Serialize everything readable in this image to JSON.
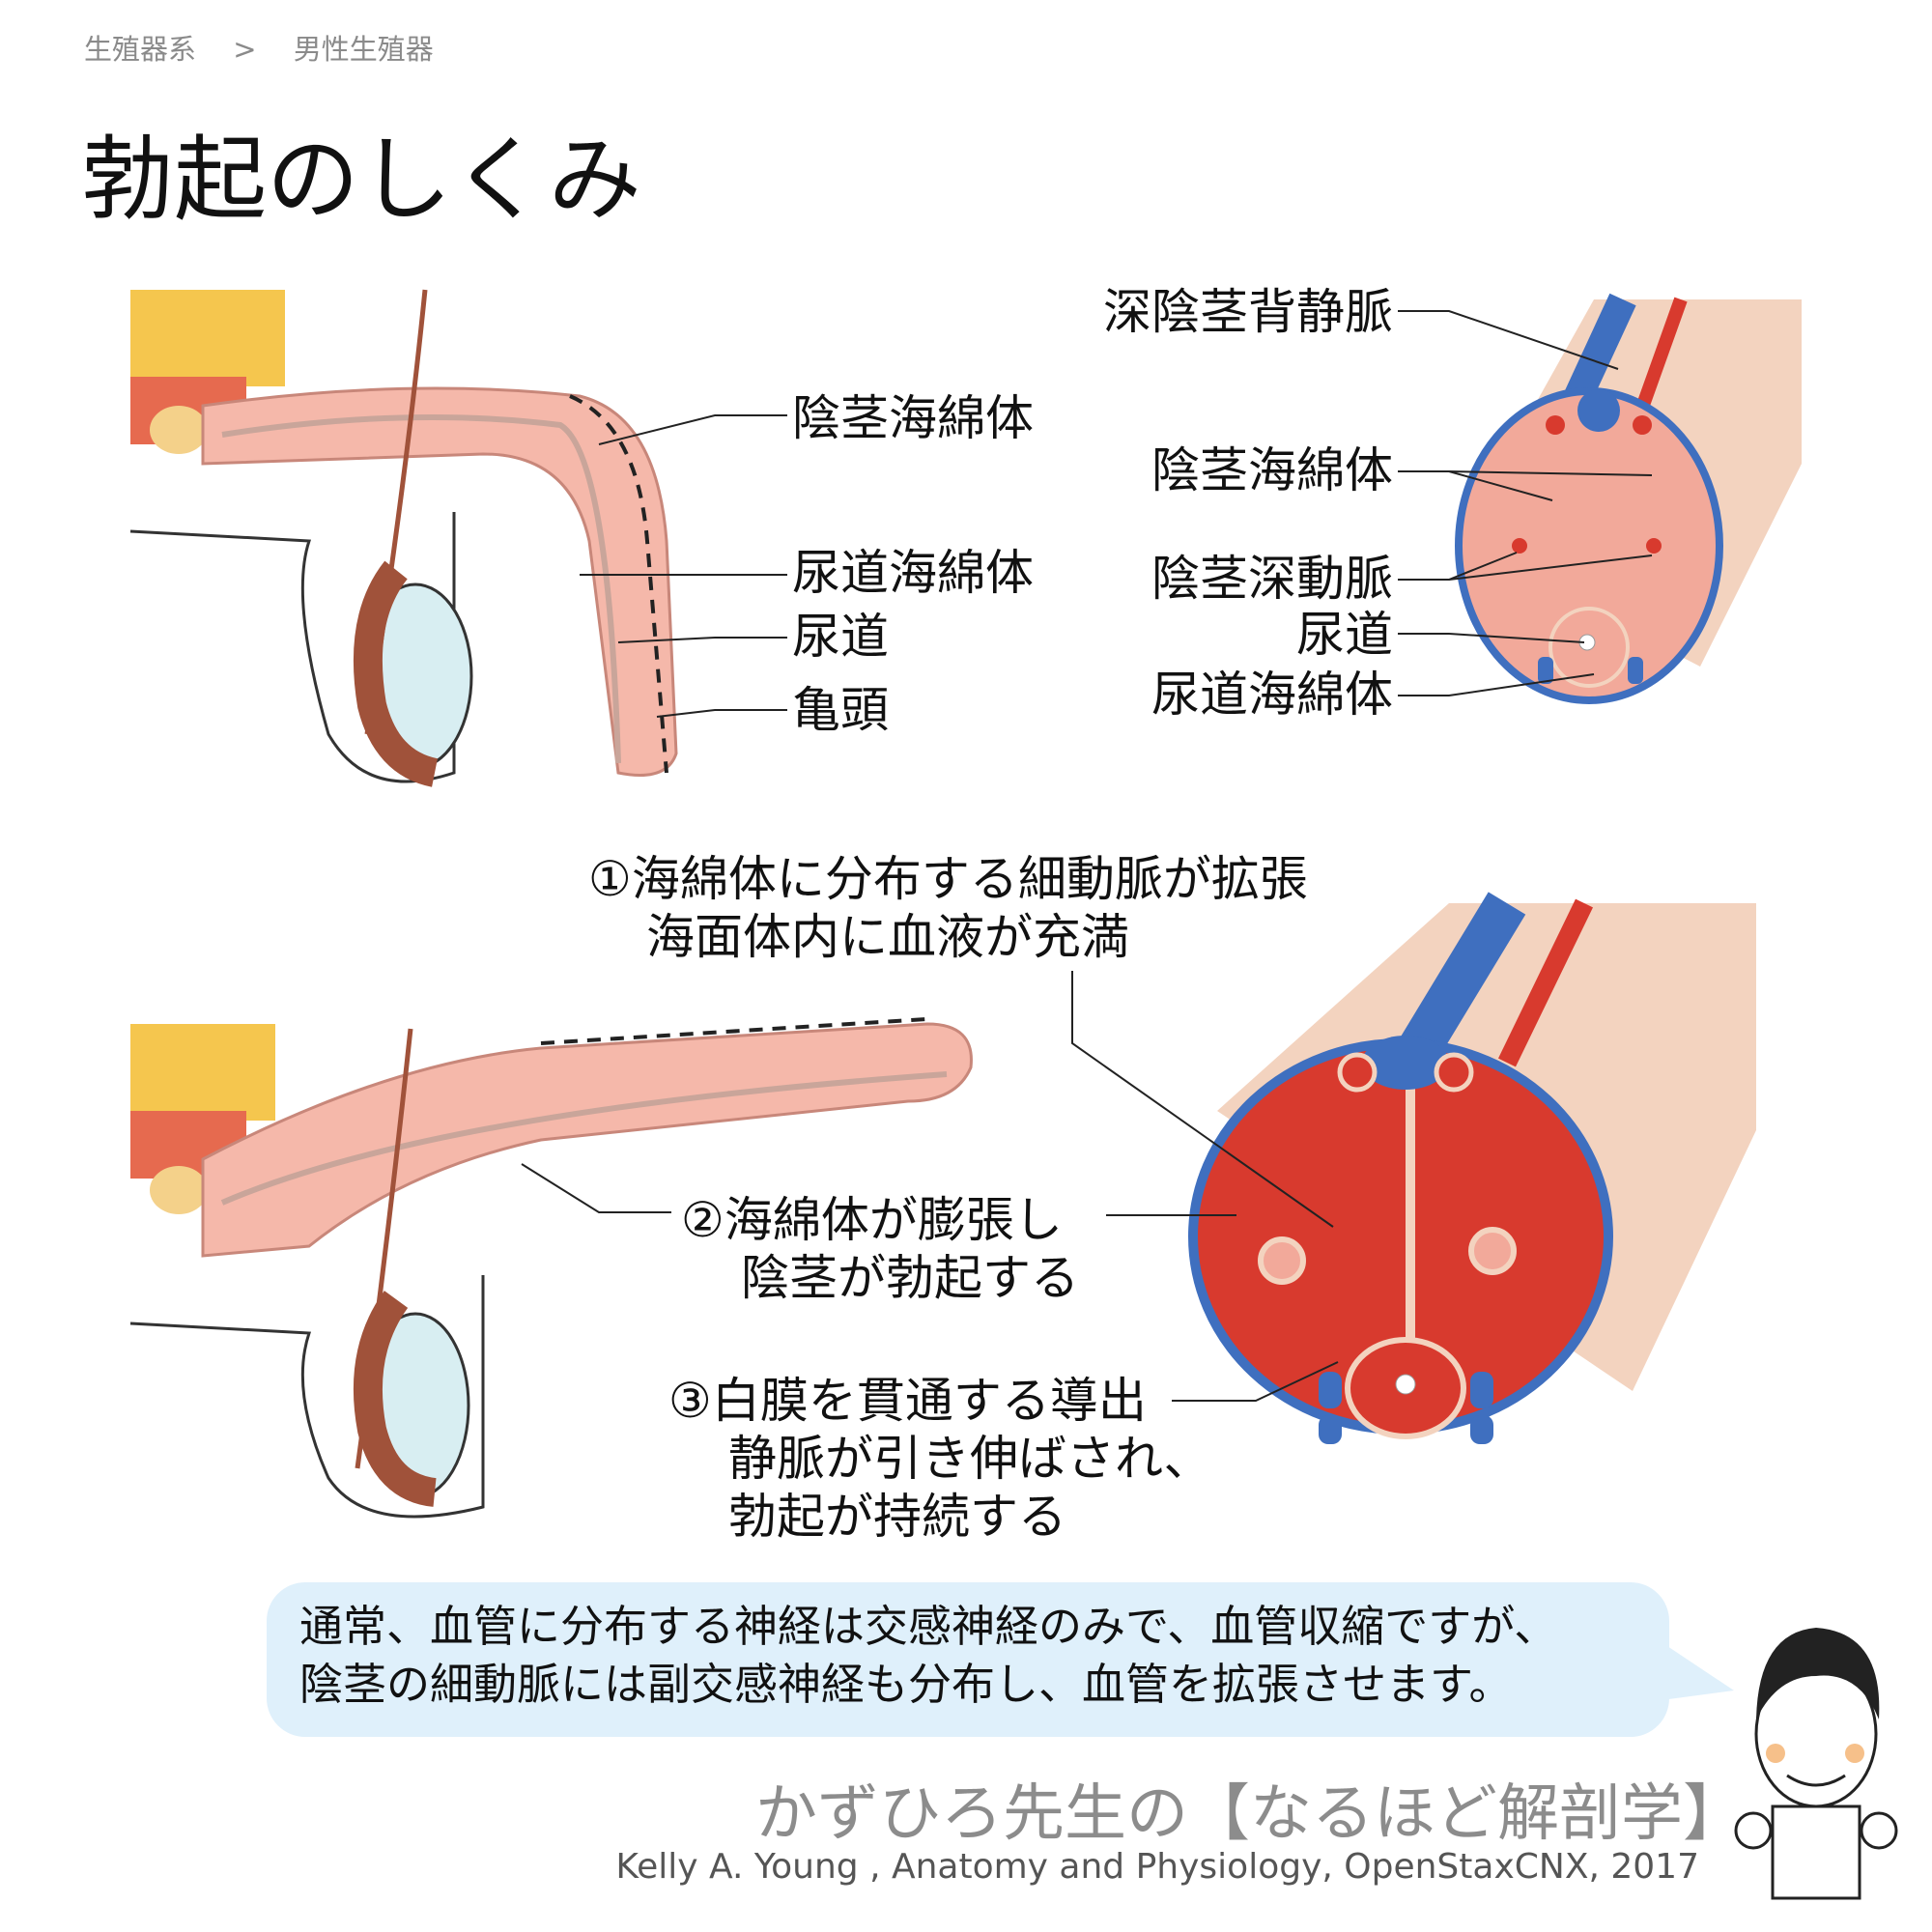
{
  "breadcrumb": {
    "parent": "生殖器系",
    "separator": ">",
    "current": "男性生殖器"
  },
  "title": "勃起のしくみ",
  "top_left_labels": [
    "陰茎海綿体",
    "尿道海綿体",
    "尿道",
    "亀頭"
  ],
  "top_right_labels": [
    "深陰茎背静脈",
    "陰茎海綿体",
    "陰茎深動脈",
    "尿道",
    "尿道海綿体"
  ],
  "steps": {
    "step1": [
      "①海綿体に分布する細動脈が拡張",
      "海面体内に血液が充満"
    ],
    "step2": [
      "②海綿体が膨張し",
      "陰茎が勃起する"
    ],
    "step3": [
      "③白膜を貫通する導出",
      "静脈が引き伸ばされ、",
      "勃起が持続する"
    ]
  },
  "bubble": [
    "通常、血管に分布する神経は交感神経のみで、血管収縮ですが、",
    "陰茎の細動脈には副交感神経も分布し、血管を拡張させます。"
  ],
  "footer": {
    "brand": "かずひろ先生の【なるほど解剖学】",
    "citation": "Kelly A. Young , Anatomy and Physiology, OpenStaxCNX, 2017"
  },
  "colors": {
    "tissue": "#f2a99a",
    "vein": "#3f6fbf",
    "artery": "#d83a2e",
    "skin": "#f3d3bf",
    "bubble": "#dff0fb"
  }
}
